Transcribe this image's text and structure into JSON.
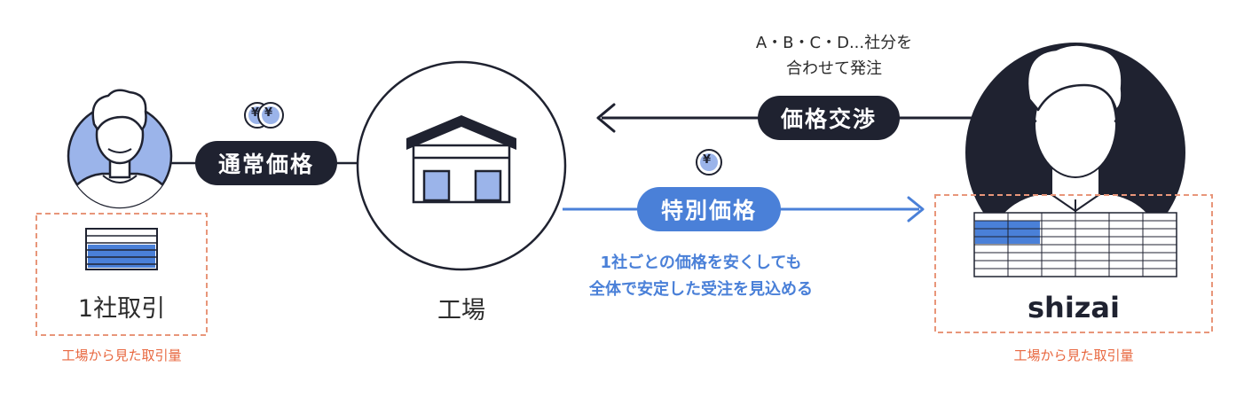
{
  "left_party": {
    "label": "1社取引",
    "caption": "工場から見た取引量"
  },
  "regular_price": {
    "label": "通常価格"
  },
  "factory": {
    "label": "工場"
  },
  "negotiation": {
    "label": "価格交渉",
    "note_line1": "A・B・C・D...社分を",
    "note_line2": "合わせて発注"
  },
  "special_price": {
    "label": "特別価格",
    "note_line1": "1社ごとの価格を安くしても",
    "note_line2": "全体で安定した受注を見込める"
  },
  "shizai": {
    "label": "shizai",
    "caption": "工場から見た取引量"
  },
  "coin": {
    "symbol": "¥"
  },
  "colors": {
    "dark": "#1f2230",
    "blue": "#4a80d8",
    "light_blue": "#9bb4ea",
    "orange": "#e8673f"
  }
}
